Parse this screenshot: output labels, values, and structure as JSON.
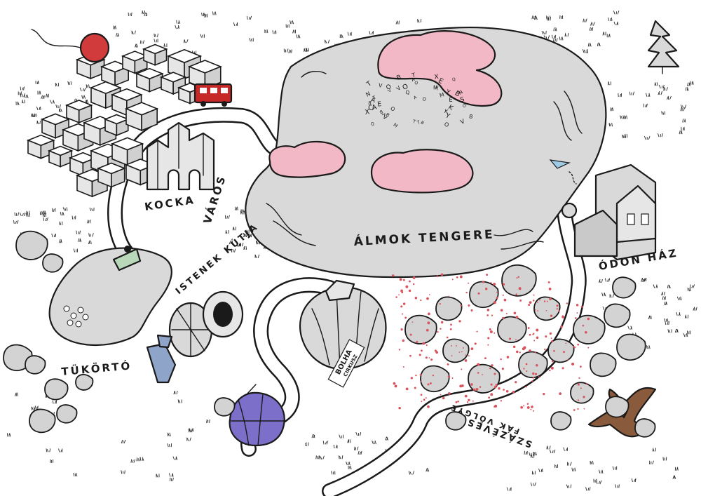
{
  "map": {
    "labels": {
      "kocka": "KOCKA",
      "varos": "VÁROS",
      "almok_tengere": "ÁLMOK TENGERE",
      "odon_haz": "ÓDON HÁZ",
      "istenek_kutja": "ISTENEK KÚTJA",
      "tukorto": "TÜKÖRTÓ",
      "szazeves": "SZÁZÉVES",
      "fak_volgye": "FÁK VÖLGYE",
      "bolha": "BOLHA",
      "cirkusz": "CIRKUSZ"
    },
    "colors": {
      "land": "#d9d9d9",
      "cloud": "#f2b8c6",
      "sun": "#d23b3b",
      "bus": "#c62828",
      "balloon": "#7b6fc9",
      "bird": "#8a5a3c",
      "boat": "#b9d8b9",
      "dots": "#d9535c",
      "ink": "#1a1a1a"
    },
    "icons": [
      "sun-icon",
      "bus-icon",
      "boat-icon",
      "paper-plane-icon",
      "tree-icon",
      "balloon-icon",
      "bird-icon",
      "donkey-icon",
      "well-icon",
      "circus-tent-icon",
      "house-icon"
    ]
  }
}
